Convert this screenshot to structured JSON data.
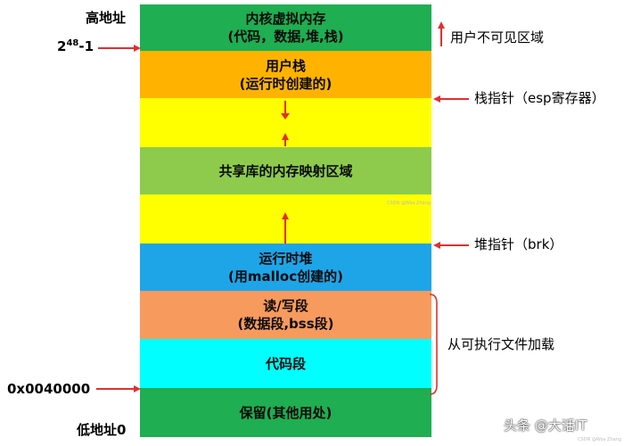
{
  "segments": [
    {
      "title": "内核虚拟内存",
      "sub": "(代码，数据,堆,栈)",
      "color": "#1fae52"
    },
    {
      "title": "用户栈",
      "sub": "(运行时创建的)",
      "color": "#ffb300"
    },
    {
      "title": "",
      "sub": "",
      "color": "#ffff00"
    },
    {
      "title": "共享库的内存映射区域",
      "sub": "",
      "color": "#8ecb4c"
    },
    {
      "title": "",
      "sub": "",
      "color": "#ffff00"
    },
    {
      "title": "运行时堆",
      "sub": "(用malloc创建的)",
      "color": "#1ea5e8"
    },
    {
      "title": "读/写段",
      "sub": "(数据段,bss段)",
      "color": "#f79a5e"
    },
    {
      "title": "代码段",
      "sub": "",
      "color": "#00ffff"
    },
    {
      "title": "保留(其他用处)",
      "sub": "",
      "color": "#1fae52"
    }
  ],
  "left_labels": {
    "high_addr": "高地址",
    "addr_top_base": "2",
    "addr_top_exp": "48",
    "addr_top_suffix": "-1",
    "addr_code": "0x0040000",
    "low_addr": "低地址0"
  },
  "right_labels": {
    "user_invisible": "用户不可见区域",
    "stack_ptr": "栈指针（esp寄存器）",
    "heap_ptr": "堆指针（brk）",
    "load_from_exec": "从可执行文件加载"
  },
  "watermark": {
    "text": "头条 @大话IT",
    "tiny_top": "CSDN @Wsa Zhang",
    "tiny_bottom": "CSDN @Wsa Zhang"
  },
  "colors": {
    "arrow": "#e03030",
    "bracket": "#e03030"
  }
}
